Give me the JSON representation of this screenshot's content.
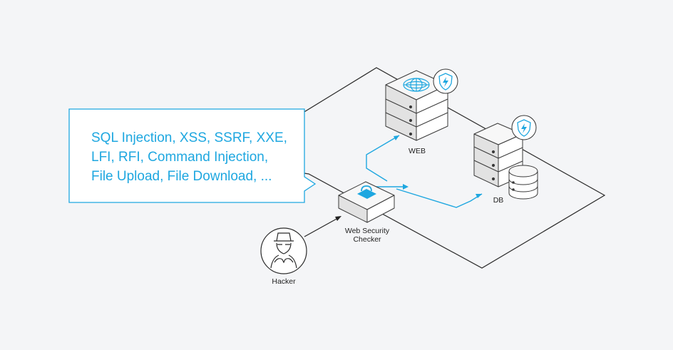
{
  "callout": {
    "lines": [
      "SQL Injection, XSS, SSRF, XXE,",
      "LFI, RFI, Command Injection,",
      "File Upload, File Download, ..."
    ]
  },
  "nodes": {
    "web_label": "WEB",
    "db_label": "DB",
    "checker_label_line1": "Web Security",
    "checker_label_line2": "Checker",
    "hacker_label": "Hacker"
  },
  "colors": {
    "background": "#f4f5f7",
    "accent": "#1ea7e0",
    "server_face": "#eeeeee",
    "outline": "#333333"
  },
  "icons": [
    "globe-icon",
    "shield-lightning-icon",
    "lock-icon",
    "hacker-icon",
    "database-icon"
  ]
}
